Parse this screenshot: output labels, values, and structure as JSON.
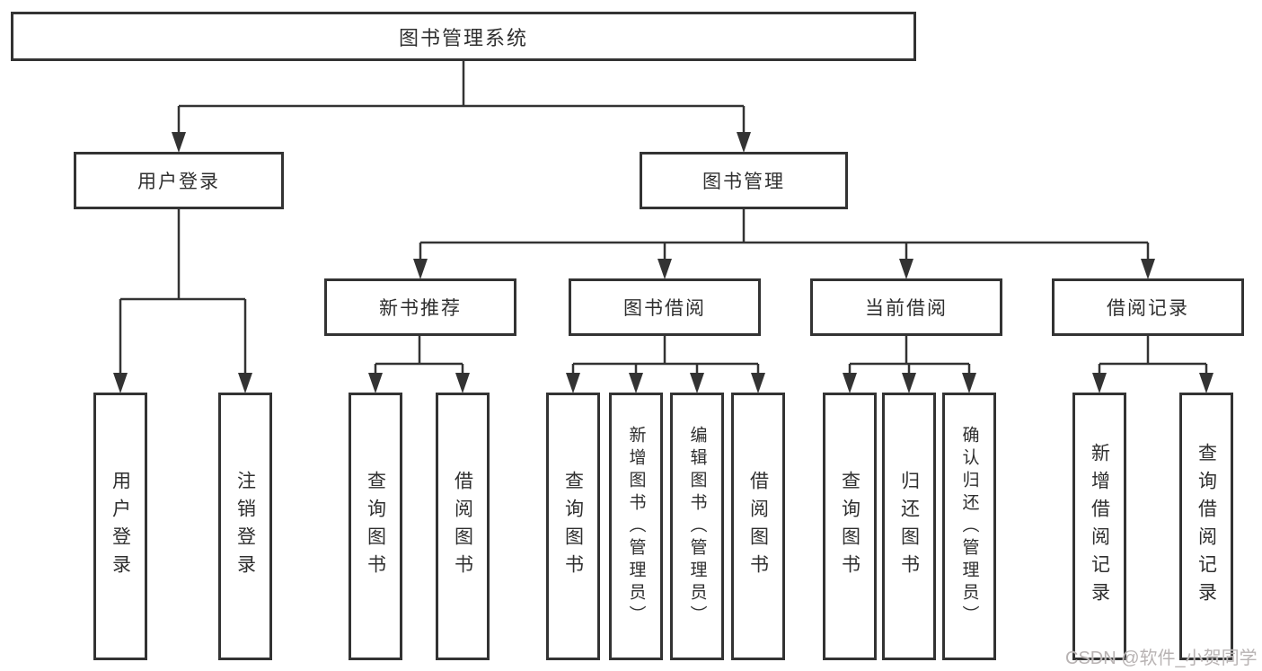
{
  "tree": {
    "label": "图书管理系统",
    "children": [
      {
        "label": "用户登录",
        "leaves": [
          "用户登录",
          "注销登录"
        ]
      },
      {
        "label": "图书管理",
        "children": [
          {
            "label": "新书推荐",
            "leaves": [
              "查询图书",
              "借阅图书"
            ]
          },
          {
            "label": "图书借阅",
            "leaves": [
              "查询图书",
              "新增图书（管理员）",
              "编辑图书（管理员）",
              "借阅图书"
            ]
          },
          {
            "label": "当前借阅",
            "leaves": [
              "查询图书",
              "归还图书",
              "确认归还（管理员）"
            ]
          },
          {
            "label": "借阅记录",
            "leaves": [
              "新增借阅记录",
              "查询借阅记录"
            ]
          }
        ]
      }
    ]
  },
  "watermark": "CSDN @软件_小贺同学",
  "colors": {
    "line": "#333333",
    "box_border": "#333333",
    "text": "#2f2f2f",
    "watermark": "#b8b3b3",
    "background": "#ffffff"
  }
}
